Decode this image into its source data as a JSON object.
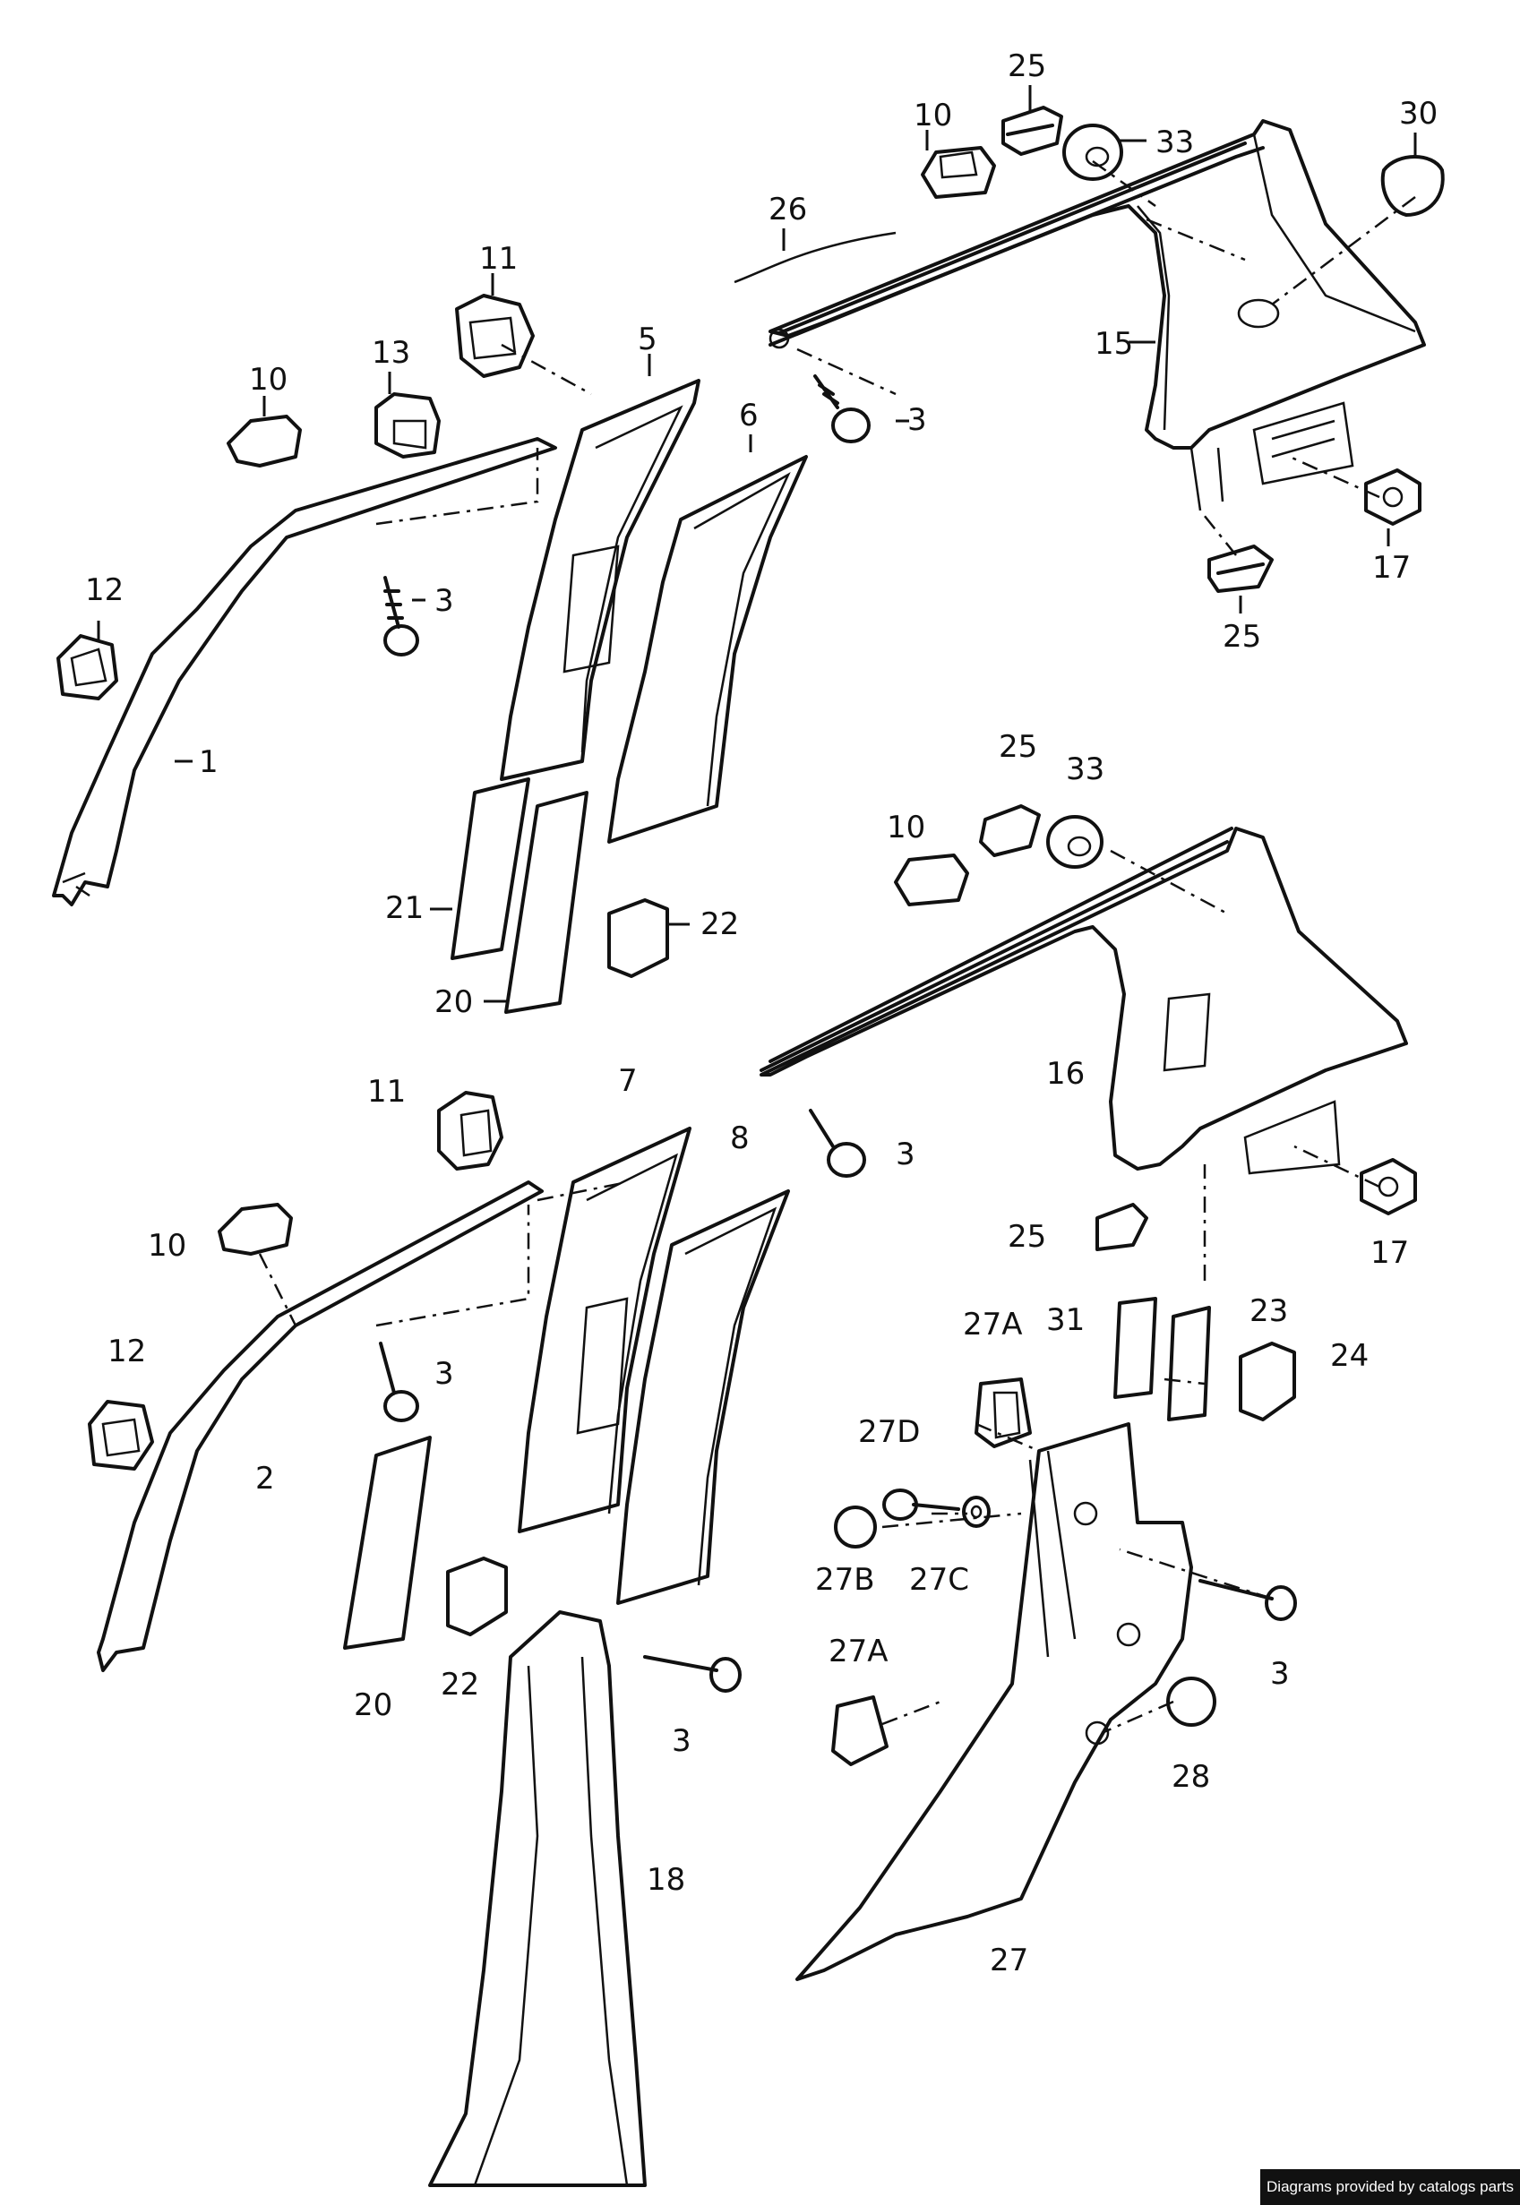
{
  "credit": "Diagrams provided by catalogs parts",
  "callouts": [
    "25",
    "10",
    "33",
    "30",
    "26",
    "15",
    "3",
    "5",
    "11",
    "13",
    "10",
    "6",
    "12",
    "1",
    "3",
    "17",
    "25",
    "21",
    "22",
    "20",
    "25",
    "33",
    "10",
    "16",
    "3",
    "25",
    "17",
    "11",
    "7",
    "8",
    "10",
    "12",
    "2",
    "3",
    "20",
    "22",
    "3",
    "18",
    "27A",
    "31",
    "23",
    "24",
    "27D",
    "27B",
    "27C",
    "3",
    "27A",
    "28",
    "27"
  ]
}
